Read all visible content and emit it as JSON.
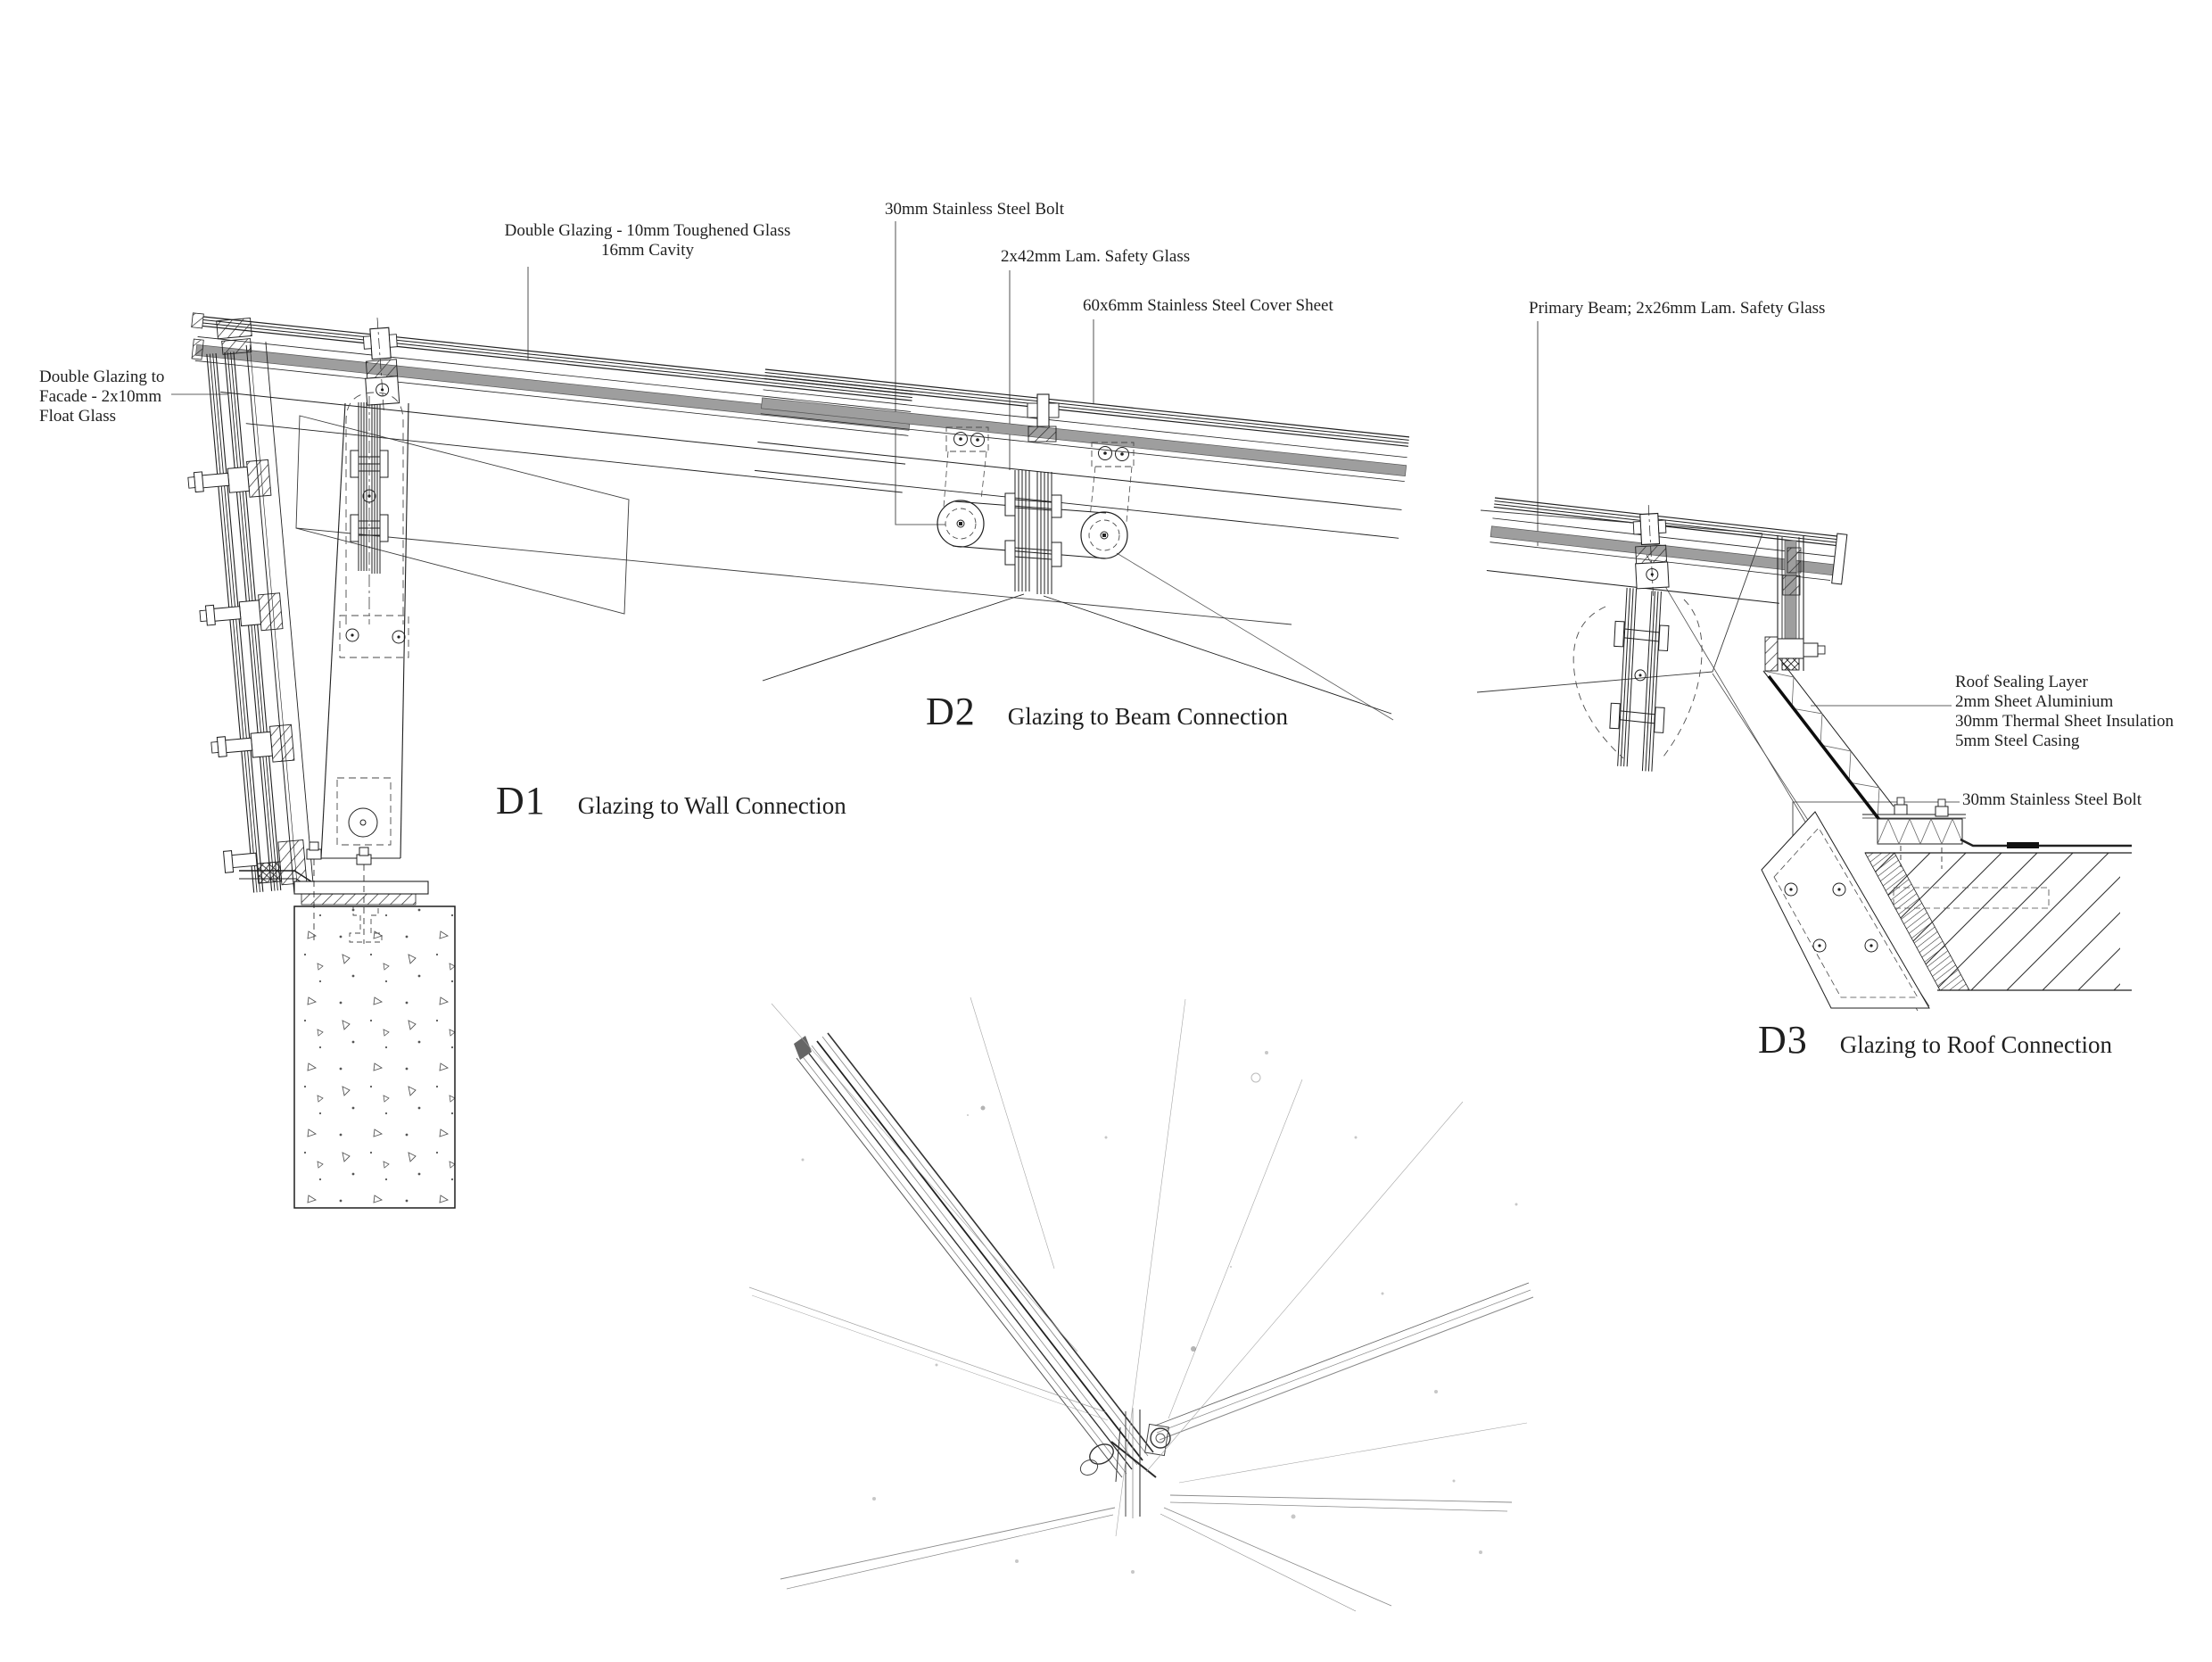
{
  "sheet": {
    "type": "architectural-detail-sheet",
    "background": "#ffffff",
    "line_color": "#1f1f1f",
    "glass_tone": "#9e9e9e",
    "sketch_tone": "#8a8a8a"
  },
  "details": {
    "d1": {
      "code": "D1",
      "title": "Glazing to Wall Connection"
    },
    "d2": {
      "code": "D2",
      "title": "Glazing to Beam Connection"
    },
    "d3": {
      "code": "D3",
      "title": "Glazing to Roof Connection"
    }
  },
  "ann": {
    "d1_roof": [
      "Double Glazing - 10mm Toughened Glass",
      "16mm Cavity"
    ],
    "d1_facade": [
      "Double Glazing to",
      "Facade - 2x10mm",
      "Float Glass"
    ],
    "d2_bolt": [
      "30mm Stainless Steel Bolt"
    ],
    "d2_glass": [
      "2x42mm Lam. Safety Glass"
    ],
    "d2_cover": [
      "60x6mm Stainless Steel Cover Sheet"
    ],
    "d3_beam": [
      "Primary Beam; 2x26mm Lam. Safety Glass"
    ],
    "d3_roof": [
      "Roof Sealing Layer",
      "2mm Sheet Aluminium",
      "30mm Thermal Sheet Insulation",
      "5mm Steel Casing"
    ],
    "d3_bolt": [
      "30mm Stainless Steel Bolt"
    ]
  }
}
